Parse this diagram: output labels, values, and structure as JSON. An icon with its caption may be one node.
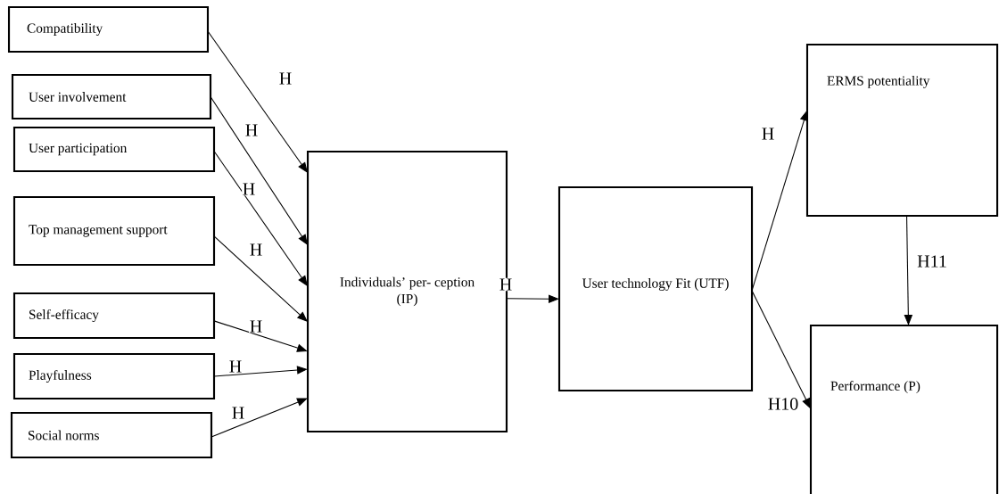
{
  "diagram": {
    "nodes": [
      {
        "text": [
          "Compatibility"
        ]
      },
      {
        "text": [
          "User involvement"
        ]
      },
      {
        "text": [
          "User participation"
        ]
      },
      {
        "text": [
          "Top management support"
        ]
      },
      {
        "text": [
          "Self-efficacy"
        ]
      },
      {
        "text": [
          "Playfulness"
        ]
      },
      {
        "text": [
          "Social norms"
        ]
      },
      {
        "text": [
          "Individuals’ per- ception (IP)"
        ]
      },
      {
        "text": [
          "User technology Fit (UTF)"
        ]
      },
      {
        "text": [
          "ERMS potentiality"
        ]
      },
      {
        "text": [
          "Performance (P)"
        ]
      }
    ],
    "edges": [
      {
        "from": 0,
        "to": 7,
        "arrow": "to",
        "label": "H"
      },
      {
        "from": 1,
        "to": 7,
        "arrow": "to",
        "label": "H"
      },
      {
        "from": 2,
        "to": 7,
        "arrow": "to",
        "label": "H"
      },
      {
        "from": 3,
        "to": 7,
        "arrow": "to",
        "label": "H"
      },
      {
        "from": 4,
        "to": 7,
        "arrow": "to",
        "label": "H"
      },
      {
        "from": 5,
        "to": 7,
        "arrow": "to",
        "label": "H"
      },
      {
        "from": 6,
        "to": 7,
        "arrow": "to",
        "label": "H"
      },
      {
        "from": 7,
        "to": 8,
        "arrow": "to",
        "label": "H"
      },
      {
        "from": 8,
        "to": 9,
        "arrow": "to",
        "label": "H"
      },
      {
        "from": 8,
        "to": 10,
        "arrow": "to",
        "label": "H10"
      },
      {
        "from": 9,
        "to": 10,
        "arrow": "to",
        "label": "H11"
      }
    ]
  }
}
